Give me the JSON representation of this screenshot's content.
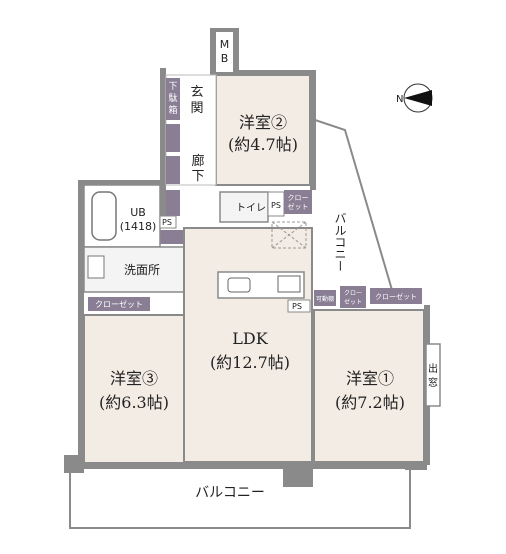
{
  "rooms": {
    "western2": {
      "name": "洋室②",
      "size": "(約4.7帖)"
    },
    "western3": {
      "name": "洋室③",
      "size": "(約6.3帖)"
    },
    "western1": {
      "name": "洋室①",
      "size": "(約7.2帖)"
    },
    "ldk": {
      "name": "LDK",
      "size": "(約12.7帖)"
    },
    "entrance": "玄関",
    "corridor": "廊下",
    "bath": {
      "name": "UB",
      "size": "(1418)"
    },
    "washroom": "洗面所",
    "toilet": "トイレ",
    "balcony_side": "バルコニー",
    "balcony_bottom": "バルコニー",
    "bay_window": "出窓",
    "meter_box": "MB"
  },
  "storage": {
    "shoe_box": "下駄箱",
    "movable_shelf": "可動棚",
    "closet": "クローゼット",
    "closet_short": "クロー\nゼット",
    "ps": "PS"
  },
  "colors": {
    "room_fill": "#f3ece4",
    "wall": "#8a8a8a",
    "storage_fill": "#8a7e95",
    "floor_grey": "#f4f4f4"
  },
  "compass": "north-arrow-icon"
}
